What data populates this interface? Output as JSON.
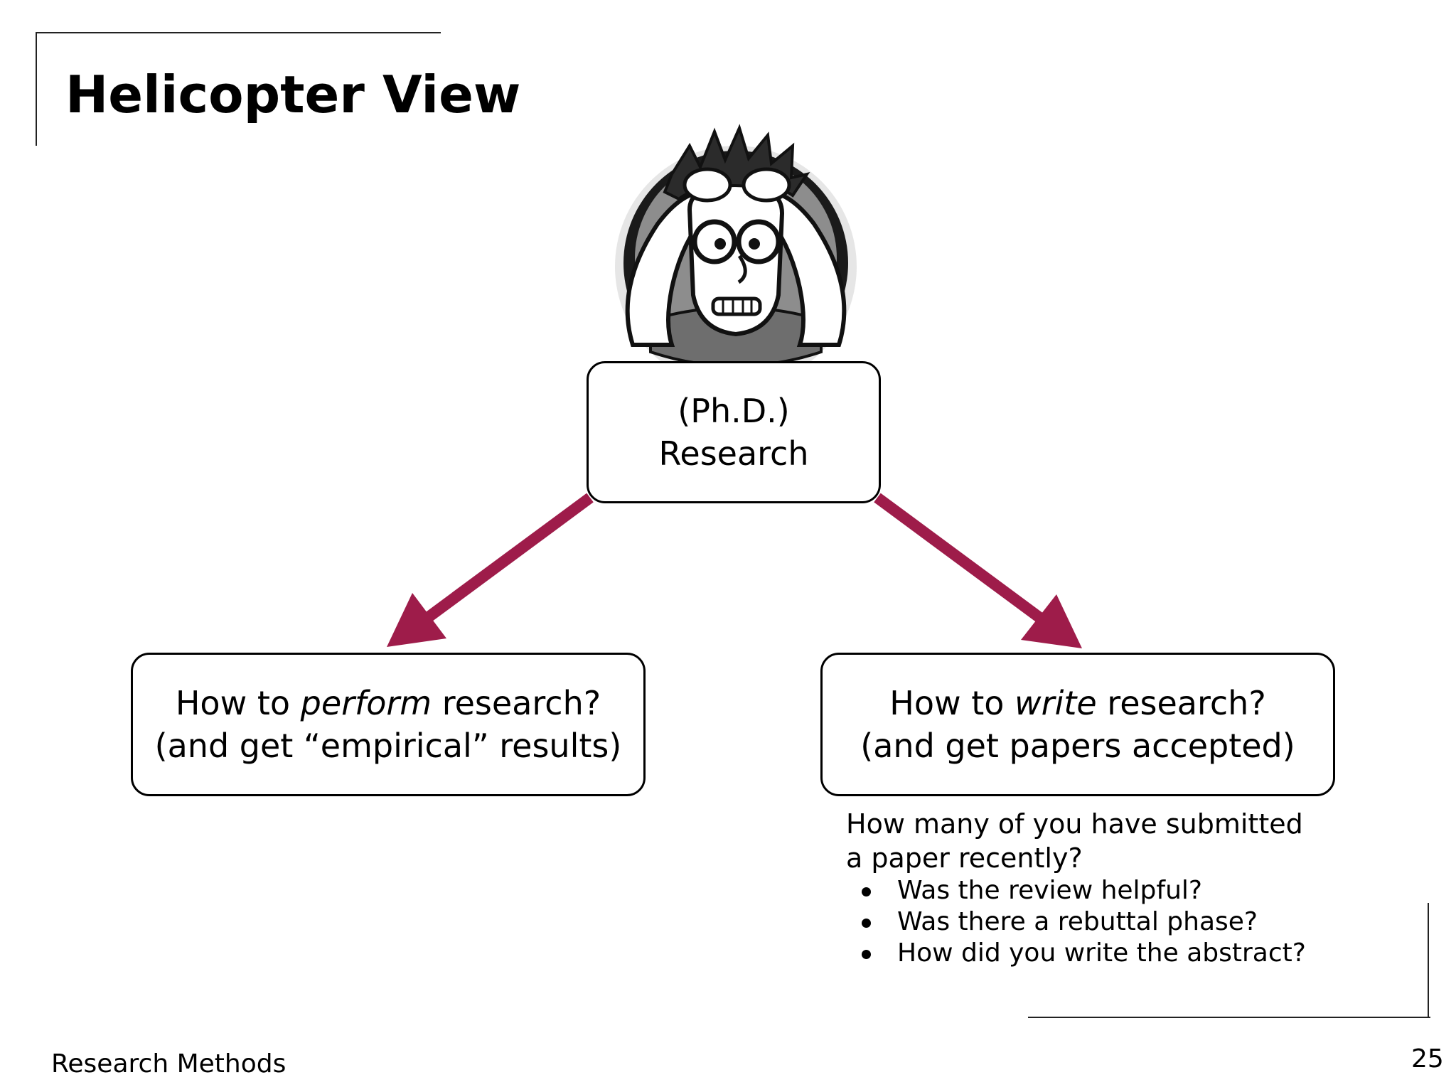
{
  "slide": {
    "title": "Helicopter View",
    "footer": "Research Methods",
    "page_number": "25"
  },
  "diagram": {
    "center": {
      "line1": "(Ph.D.)",
      "line2": "Research"
    },
    "left": {
      "line1_prefix": "How to ",
      "line1_emphasis": "perform",
      "line1_suffix": " research?",
      "line2": "(and get “empirical” results)"
    },
    "right": {
      "line1_prefix": "How to ",
      "line1_emphasis": "write",
      "line1_suffix": " research?",
      "line2": "(and get papers accepted)"
    },
    "arrow_color": "#9e1c4a",
    "illustration_icon": "stressed-student-icon"
  },
  "notes": {
    "question_line1": "How many of you have submitted",
    "question_line2": "a paper recently?",
    "bullets": [
      "Was the review helpful?",
      "Was there a rebuttal phase?",
      "How did you write the abstract?"
    ]
  }
}
